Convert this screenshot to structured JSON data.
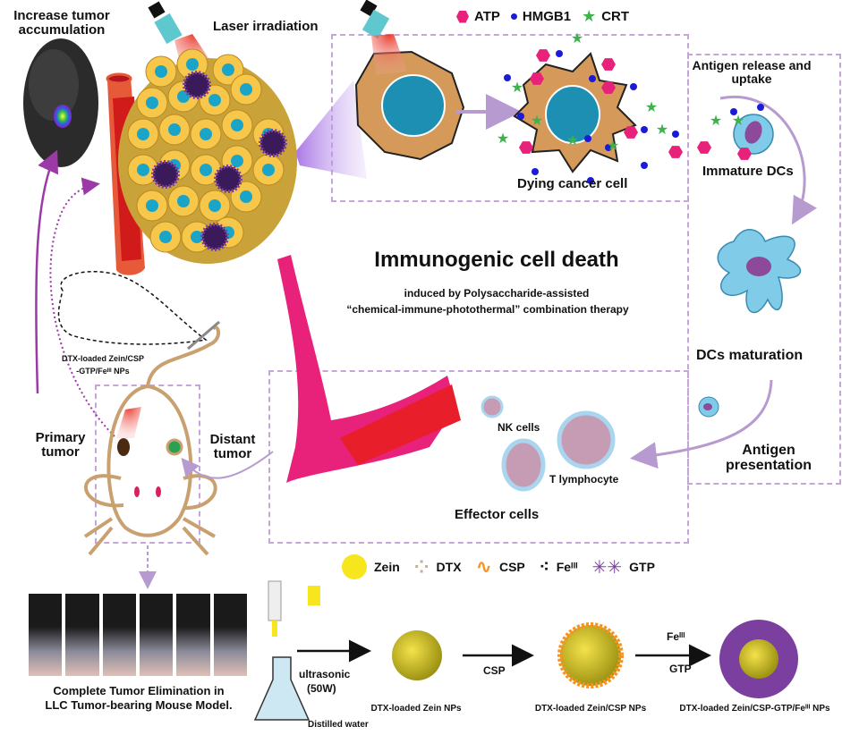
{
  "title": "Immunogenic cell death",
  "subtitle_line1": "induced by Polysaccharide-assisted",
  "subtitle_line2": "“chemical-immune-photothermal” combination therapy",
  "labels": {
    "increase_accumulation": "Increase tumor accumulation",
    "laser_irradiation": "Laser irradiation",
    "dying_cancer_cell": "Dying cancer cell",
    "antigen_release": "Antigen release and uptake",
    "immature_dcs": "Immature DCs",
    "dcs_maturation": "DCs maturation",
    "antigen_presentation": "Antigen presentation",
    "nk_cells": "NK cells",
    "t_lymphocyte": "T lymphocyte",
    "effector_cells": "Effector cells",
    "primary_tumor": "Primary tumor",
    "distant_tumor": "Distant tumor",
    "np_injection_line1": "DTX-loaded Zein/CSP",
    "np_injection_line2": "-GTP/Feᴵᴵᴵ NPs",
    "mouse_caption_line1": "Complete Tumor Elimination in",
    "mouse_caption_line2": "LLC Tumor-bearing Mouse Model.",
    "ultrasonic": "ultrasonic",
    "power": "(50W)",
    "distilled_water": "Distilled water",
    "zein_nps": "DTX-loaded Zein NPs",
    "csp_step": "CSP",
    "zein_csp_nps": "DTX-loaded Zein/CSP NPs",
    "fe_step": "Feᴵᴵᴵ",
    "gtp_step": "GTP",
    "final_nps": "DTX-loaded Zein/CSP-GTP/Feᴵᴵᴵ NPs"
  },
  "damp_legend": [
    {
      "name": "ATP",
      "shape": "hexagon",
      "color": "#e8217a"
    },
    {
      "name": "HMGB1",
      "shape": "dot",
      "color": "#1a1ad8"
    },
    {
      "name": "CRT",
      "shape": "star",
      "color": "#3cb34a"
    }
  ],
  "material_legend": [
    {
      "name": "Zein",
      "icon": "yellow-sphere",
      "color": "#f7e51e"
    },
    {
      "name": "DTX",
      "icon": "particle-cluster",
      "color": "#c5ad96"
    },
    {
      "name": "CSP",
      "icon": "squiggle",
      "color": "#f7931e"
    },
    {
      "name": "Feᴵᴵᴵ",
      "icon": "dots",
      "color": "#111111"
    },
    {
      "name": "GTP",
      "icon": "branched-polymer",
      "color": "#7b3fa0"
    }
  ],
  "mouse_photo_count": 6,
  "colors": {
    "dash": "#c6a6d8",
    "arrow": "#b79ad0",
    "purple_arrow": "#9b3aa6",
    "vessel": "#e8412b",
    "tumor_cell": "#f6c74a",
    "nucleus": "#1aa5c8",
    "dc": "#7fcbe8",
    "lymph": "#c69cb4",
    "mouse_outline": "#c9a070"
  }
}
